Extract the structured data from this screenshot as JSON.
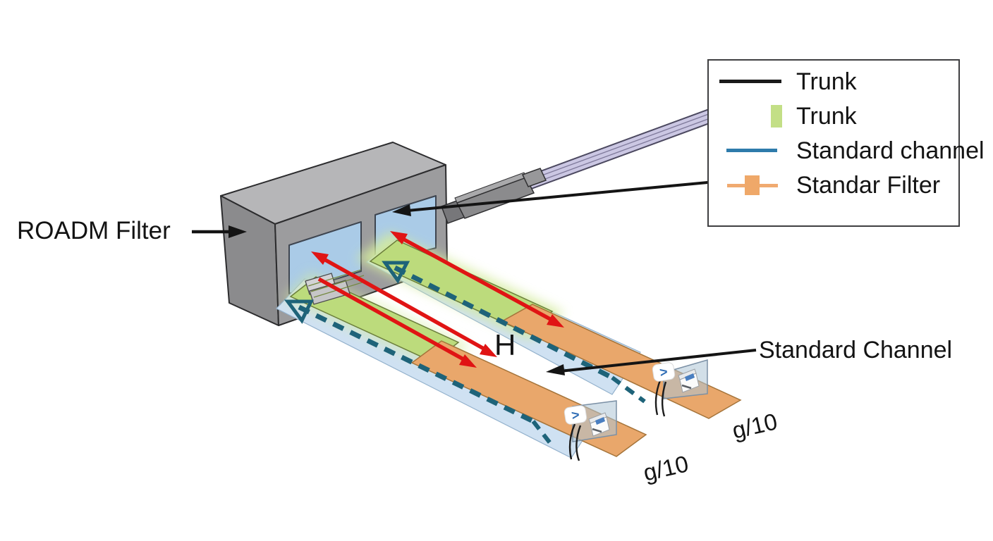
{
  "labels": {
    "roadm_filter": "ROADM Filter",
    "standard_channel": "Standard Channel",
    "h": "H",
    "g10_front": "g/10",
    "g10_back": "g/10"
  },
  "legend": {
    "items": [
      {
        "swatch": "trunk-line-swatch",
        "label": "Trunk"
      },
      {
        "swatch": "trunk-fiber-swatch",
        "label": "Trunk"
      },
      {
        "swatch": "standard-channel-swatch",
        "label": "Standard channel"
      },
      {
        "swatch": "standard-filter-swatch",
        "label": "Standar Filter"
      }
    ]
  },
  "badges": {
    "transceiver_glyph": ">"
  },
  "colors": {
    "trunk_green": "#bcdb7c",
    "trunk_green_glow": "#d4eb9e",
    "standard_channel_blue": "#2e7bab",
    "channel_strip_blue": "#cfe1f2",
    "filter_orange": "#e9a76b",
    "dashed_teal": "#1e6379",
    "arrow_red": "#e01414",
    "cable_lavender": "#cbc7e3",
    "box_gray_front": "#9c9c9e",
    "box_gray_top": "#b6b6b8",
    "box_gray_left": "#8b8b8d",
    "window_blue": "#aacbe7",
    "annotation_black": "#141414"
  }
}
